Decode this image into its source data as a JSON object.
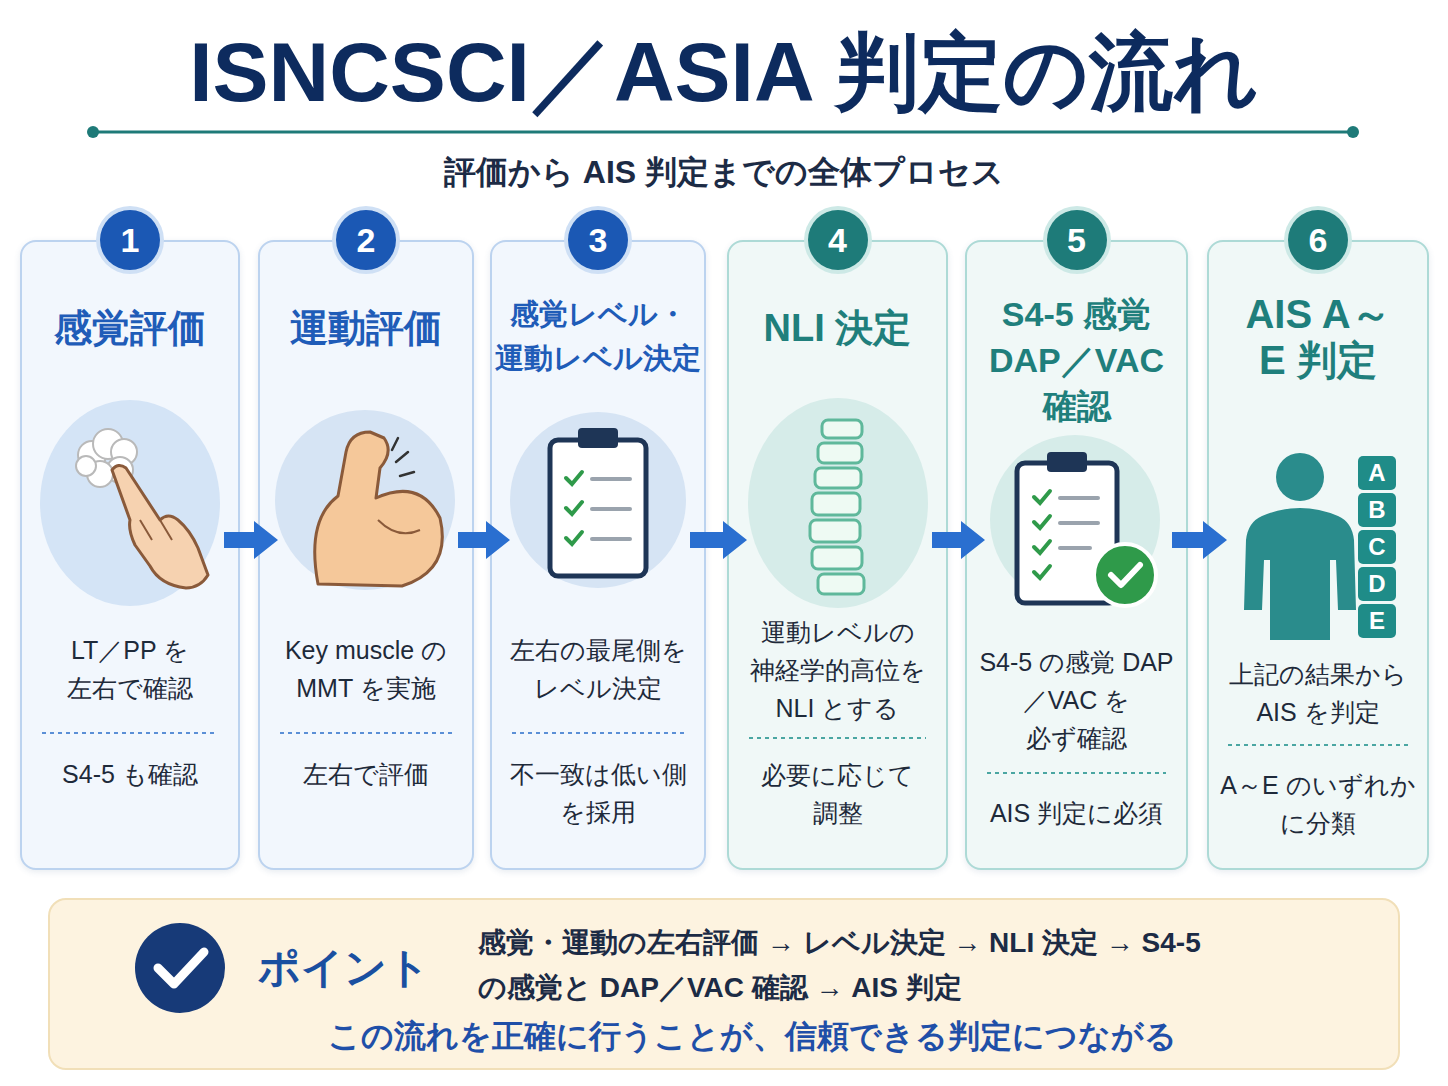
{
  "diagram": {
    "title": "ISNCSCI／ASIA 判定の流れ",
    "nodes": [
      {
        "text": [
          "感覚評価",
          "LT／PP を 左右で確認",
          "S4-5 も確認"
        ]
      },
      {
        "text": [
          "1"
        ],
        "in": 0
      },
      {
        "text": [
          "運動評価",
          "Key muscle の MMT を実施",
          "左右で評価"
        ]
      },
      {
        "text": [
          "2"
        ],
        "in": 2
      },
      {
        "text": [
          "感覚レベル・ 運動レベル決定",
          "左右の最尾側を レベル決定",
          "不一致は低い側 を採用"
        ]
      },
      {
        "text": [
          "3"
        ],
        "in": 4
      },
      {
        "text": [
          "NLI 決定",
          "運動レベルの 神経学的高位を NLI とする",
          "必要に応じて 調整"
        ]
      },
      {
        "text": [
          "4"
        ],
        "in": 6
      },
      {
        "text": [
          "S4-5 感覚 DAP／VAC 確認",
          "S4-5 の感覚 DAP／VAC を 必ず確認",
          "AIS 判定に必須"
        ]
      },
      {
        "text": [
          "5"
        ],
        "in": 8
      },
      {
        "text": [
          "AIS A～E 判定",
          "上記の結果から AIS を判定",
          "A～E のいずれか に分類"
        ]
      },
      {
        "text": [
          "6"
        ],
        "in": 10
      },
      {
        "text": [
          "A"
        ],
        "in": 10
      },
      {
        "text": [
          "B"
        ],
        "in": 10
      },
      {
        "text": [
          "C"
        ],
        "in": 10
      },
      {
        "text": [
          "D"
        ],
        "in": 10
      },
      {
        "text": [
          "E"
        ],
        "in": 10
      },
      {
        "text": [
          "ポイント",
          "感覚・運動の左右評価 → レベル決定 → NLI 決定 → S4-5 の感覚と DAP／VAC 確認 → AIS 判定",
          "この流れを正確に行うことが、信頼できる判定につながる"
        ]
      }
    ],
    "edges": [
      {
        "from": 0,
        "to": 2,
        "arrow": "to"
      },
      {
        "from": 2,
        "to": 4,
        "arrow": "to"
      },
      {
        "from": 4,
        "to": 6,
        "arrow": "to"
      },
      {
        "from": 6,
        "to": 8,
        "arrow": "to"
      },
      {
        "from": 8,
        "to": 10,
        "arrow": "to"
      }
    ],
    "labels": [
      "評価から AIS 判定までの全体プロセス"
    ]
  }
}
